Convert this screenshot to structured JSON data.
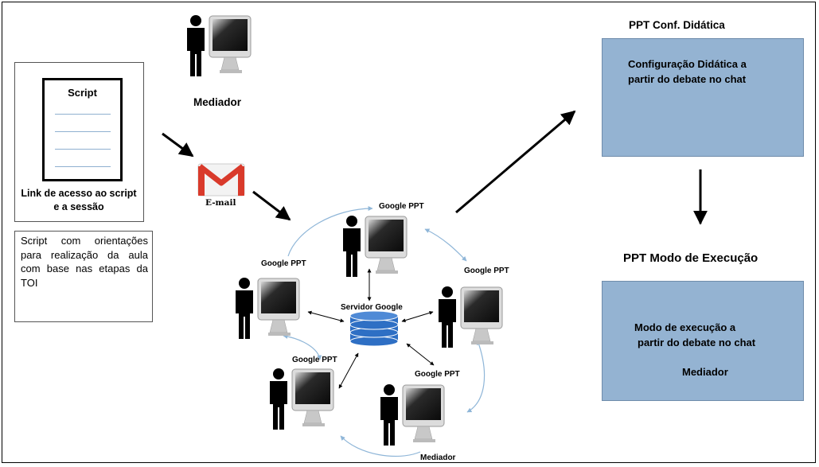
{
  "mediator_top": {
    "label": "Mediador"
  },
  "script_panel": {
    "doc_title": "Script",
    "link_text": "Link de acesso ao script e a sessão"
  },
  "notes": {
    "text": "Script com orientações para realização da aula com base nas etapas da TOI"
  },
  "email": {
    "label": "E-mail"
  },
  "network": {
    "server_label": "Servidor Google",
    "nodes": [
      {
        "label": "Google PPT"
      },
      {
        "label": "Google PPT"
      },
      {
        "label": "Google PPT"
      },
      {
        "label": "Google PPT"
      },
      {
        "label": "Google PPT"
      }
    ],
    "bottom_label": "Mediador"
  },
  "ppt_didatica": {
    "title": "PPT Conf. Didática",
    "box_text_line1": "Configuração Didática a",
    "box_text_line2": "partir do debate no chat"
  },
  "ppt_execucao": {
    "title": "PPT Modo de Execução",
    "box_text_line1": "Modo de execução a",
    "box_text_line2": "partir do debate no chat",
    "box_text_line3": "Mediador"
  },
  "colors": {
    "box_fill": "#94b3d2",
    "server_blue": "#2e6fc4",
    "curve_blue": "#8fb6d8",
    "gmail_red": "#d93a2b"
  }
}
